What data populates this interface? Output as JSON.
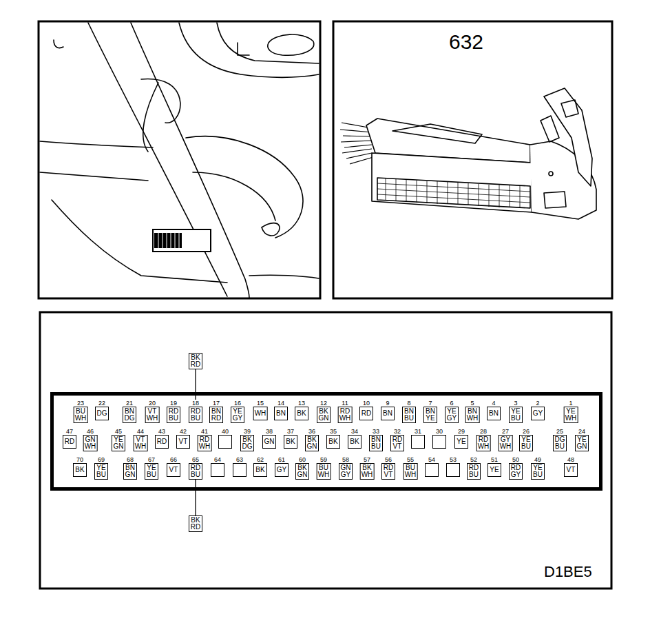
{
  "diagram": {
    "nodes": [
      {
        "text": [
          "BK RD"
        ]
      },
      {
        "text": [
          "23",
          "BU WH"
        ]
      },
      {
        "text": [
          "22",
          "DG"
        ]
      },
      {
        "text": [
          "21",
          "BN DG"
        ]
      },
      {
        "text": [
          "20",
          "VT WH"
        ]
      },
      {
        "text": [
          "19",
          "RD BU"
        ]
      },
      {
        "text": [
          "18",
          "RD BU"
        ]
      },
      {
        "text": [
          "17",
          "BN RD"
        ]
      },
      {
        "text": [
          "16",
          "YE GY"
        ]
      },
      {
        "text": [
          "15",
          "WH"
        ]
      },
      {
        "text": [
          "14",
          "BN"
        ]
      },
      {
        "text": [
          "13",
          "BK"
        ]
      },
      {
        "text": [
          "12",
          "BK GN"
        ]
      },
      {
        "text": [
          "11",
          "RD WH"
        ]
      },
      {
        "text": [
          "10",
          "RD"
        ]
      },
      {
        "text": [
          "9",
          "BN"
        ]
      },
      {
        "text": [
          "8",
          "BN BU"
        ]
      },
      {
        "text": [
          "7",
          "BN YE"
        ]
      },
      {
        "text": [
          "6",
          "YE GY"
        ]
      },
      {
        "text": [
          "5",
          "BN WH"
        ]
      },
      {
        "text": [
          "4",
          "BN"
        ]
      },
      {
        "text": [
          "3",
          "YE BU"
        ]
      },
      {
        "text": [
          "2",
          "GY"
        ]
      },
      {
        "text": [
          "1",
          "YE WH"
        ]
      },
      {
        "text": [
          "47",
          "RD"
        ]
      },
      {
        "text": [
          "46",
          "GN WH"
        ]
      },
      {
        "text": [
          "45",
          "YE GN"
        ]
      },
      {
        "text": [
          "44",
          "VT WH"
        ]
      },
      {
        "text": [
          "43",
          "RD"
        ]
      },
      {
        "text": [
          "42",
          "VT"
        ]
      },
      {
        "text": [
          "41",
          "RD WH"
        ]
      },
      {
        "text": [
          "40"
        ]
      },
      {
        "text": [
          "39",
          "BK DG"
        ]
      },
      {
        "text": [
          "38",
          "GN"
        ]
      },
      {
        "text": [
          "37",
          "BK"
        ]
      },
      {
        "text": [
          "36",
          "BK GN"
        ]
      },
      {
        "text": [
          "35",
          "BK"
        ]
      },
      {
        "text": [
          "34",
          "BK"
        ]
      },
      {
        "text": [
          "33",
          "BN BU"
        ]
      },
      {
        "text": [
          "32",
          "RD VT"
        ]
      },
      {
        "text": [
          "31"
        ]
      },
      {
        "text": [
          "30"
        ]
      },
      {
        "text": [
          "29",
          "YE"
        ]
      },
      {
        "text": [
          "28",
          "RD WH"
        ]
      },
      {
        "text": [
          "27",
          "GY WH"
        ]
      },
      {
        "text": [
          "26",
          "YE BU"
        ]
      },
      {
        "text": [
          "25",
          "DG BU"
        ]
      },
      {
        "text": [
          "24",
          "YE GN"
        ]
      },
      {
        "text": [
          "70",
          "BK"
        ]
      },
      {
        "text": [
          "69",
          "YE BU"
        ]
      },
      {
        "text": [
          "68",
          "BN GN"
        ]
      },
      {
        "text": [
          "67",
          "YE BU"
        ]
      },
      {
        "text": [
          "66",
          "VT"
        ]
      },
      {
        "text": [
          "65",
          "RD BU"
        ]
      },
      {
        "text": [
          "64"
        ]
      },
      {
        "text": [
          "63"
        ]
      },
      {
        "text": [
          "62",
          "BK"
        ]
      },
      {
        "text": [
          "61",
          "GY"
        ]
      },
      {
        "text": [
          "60",
          "BK GN"
        ]
      },
      {
        "text": [
          "59",
          "BU WH"
        ]
      },
      {
        "text": [
          "58",
          "GN GY"
        ]
      },
      {
        "text": [
          "57",
          "BK WH"
        ]
      },
      {
        "text": [
          "56",
          "RD VT"
        ]
      },
      {
        "text": [
          "55",
          "BU WH"
        ]
      },
      {
        "text": [
          "54"
        ]
      },
      {
        "text": [
          "53"
        ]
      },
      {
        "text": [
          "52",
          "RD BU"
        ]
      },
      {
        "text": [
          "51",
          "YE"
        ]
      },
      {
        "text": [
          "50",
          "RD GY"
        ]
      },
      {
        "text": [
          "49",
          "YE BU"
        ]
      },
      {
        "text": [
          "48",
          "VT"
        ]
      },
      {
        "text": [
          "BK RD"
        ]
      }
    ],
    "edges": [
      {
        "from": 0,
        "to": 6,
        "arrow": "none"
      },
      {
        "from": 71,
        "to": 53,
        "arrow": "none"
      }
    ],
    "labels": [
      "632",
      "D1BE5"
    ]
  }
}
